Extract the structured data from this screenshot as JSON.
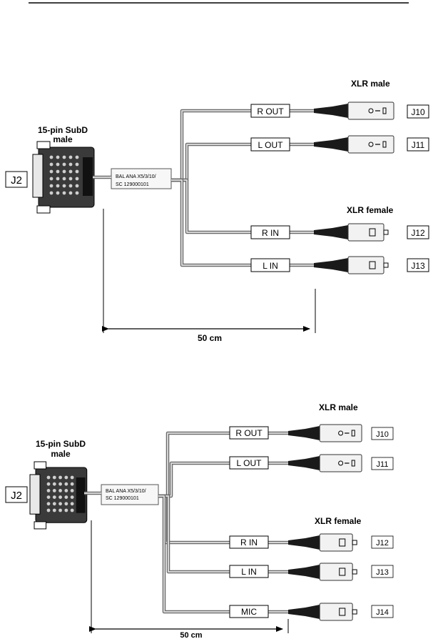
{
  "diagrams": [
    {
      "title_connector": "15-pin SubD",
      "title_gender": "male",
      "main_connector_id": "J2",
      "cable_label_line1": "BAL ANA X5/3/10/",
      "cable_label_line2": "SC 129000101",
      "group_male_label": "XLR male",
      "group_female_label": "XLR female",
      "length_label": "50 cm",
      "branches": [
        {
          "label": "R OUT",
          "id": "J10",
          "connector": "male"
        },
        {
          "label": "L OUT",
          "id": "J11",
          "connector": "male"
        },
        {
          "label": "R IN",
          "id": "J12",
          "connector": "female"
        },
        {
          "label": "L IN",
          "id": "J13",
          "connector": "female"
        }
      ]
    },
    {
      "title_connector": "15-pin SubD",
      "title_gender": "male",
      "main_connector_id": "J2",
      "cable_label_line1": "BAL ANA X5/3/10/",
      "cable_label_line2": "SC 129000101",
      "group_male_label": "XLR male",
      "group_female_label": "XLR female",
      "length_label": "50 cm",
      "branches": [
        {
          "label": "R OUT",
          "id": "J10",
          "connector": "male"
        },
        {
          "label": "L OUT",
          "id": "J11",
          "connector": "male"
        },
        {
          "label": "R IN",
          "id": "J12",
          "connector": "female"
        },
        {
          "label": "L IN",
          "id": "J13",
          "connector": "female"
        },
        {
          "label": "MIC",
          "id": "J14",
          "connector": "female"
        }
      ]
    }
  ],
  "colors": {
    "ink": "#000000",
    "cable_outer": "#6a6a6a",
    "cable_inner": "#d4d4d4",
    "connector_body": "#f2f2f2",
    "boot": "#1a1a1a"
  }
}
